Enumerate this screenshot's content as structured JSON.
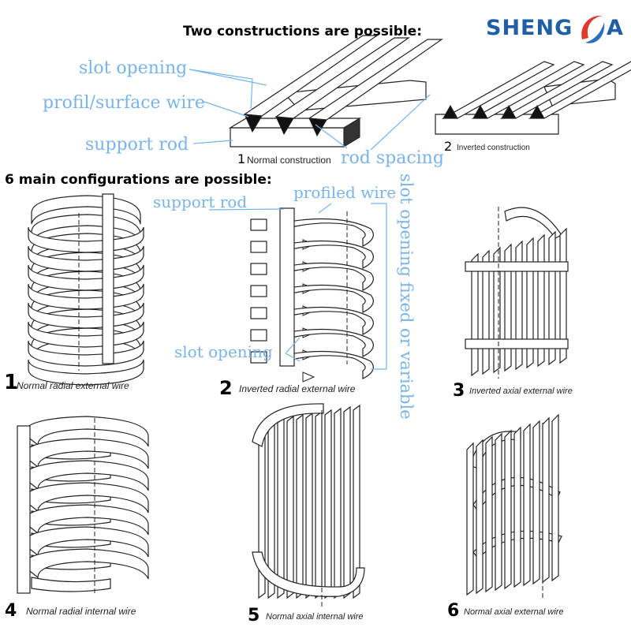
{
  "headings": {
    "constructions": "Two constructions are possible:",
    "configurations": "6 main configurations are possible:"
  },
  "logo": {
    "main_text": "SHENG",
    "end_text": "A",
    "colors": {
      "text": "#1f5fa8",
      "swoosh_red": "#e03a2f",
      "swoosh_blue": "#2a6fc0"
    }
  },
  "construction_callouts": {
    "slot_opening": "slot opening",
    "profile_wire": "profil/surface wire",
    "support_rod": "support rod",
    "rod_spacing": "rod spacing"
  },
  "constructions": [
    {
      "number": "1",
      "caption": "Normal construction"
    },
    {
      "number": "2",
      "caption": "Inverted construction"
    }
  ],
  "config_callouts": {
    "support_rod": "support rod",
    "profiled_wire": "profiled wire",
    "slot_opening": "slot opening",
    "slot_opening_fixed": "slot opening fixed or variable"
  },
  "configurations": [
    {
      "number": "1",
      "caption": "Normal radial external wire"
    },
    {
      "number": "2",
      "caption": "Inverted radial external wire"
    },
    {
      "number": "3",
      "caption": "Inverted axial external wire"
    },
    {
      "number": "4",
      "caption": "Normal radial internal wire"
    },
    {
      "number": "5",
      "caption": "Normal axial internal wire"
    },
    {
      "number": "6",
      "caption": "Normal axial external wire"
    }
  ],
  "colors": {
    "callout": "#79b4ea",
    "line_art": "#222222"
  }
}
